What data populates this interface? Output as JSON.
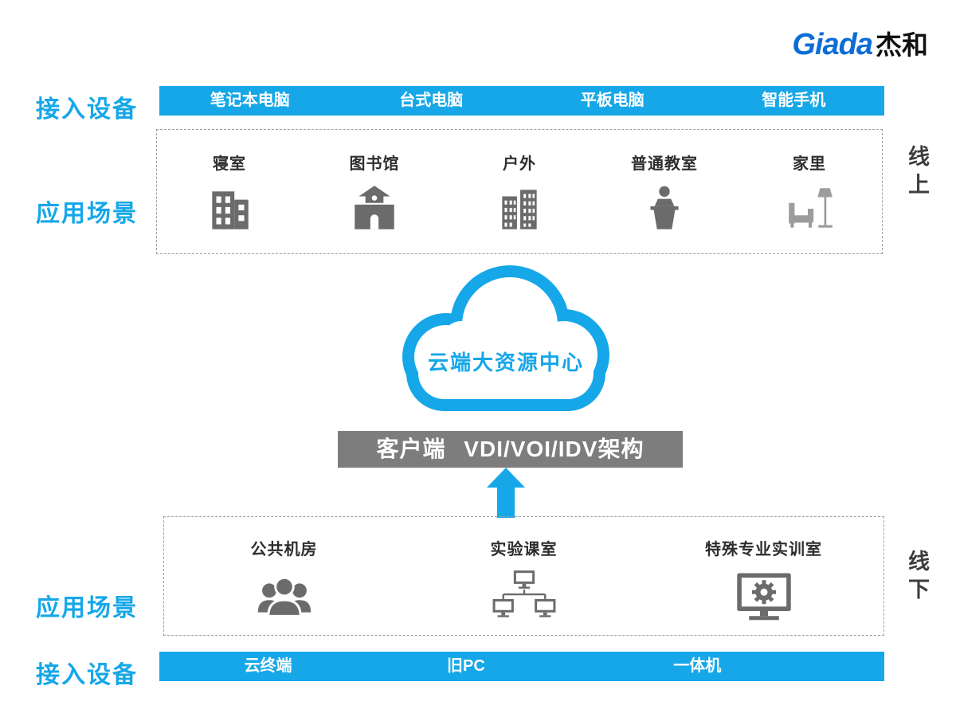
{
  "logo": {
    "brand": "Giada",
    "cjk": "杰和"
  },
  "top": {
    "left_label": "接入设备",
    "devices": [
      "笔记本电脑",
      "台式电脑",
      "平板电脑",
      "智能手机"
    ],
    "scenes_label": "应用场景",
    "side_label": "线上",
    "scenes": [
      {
        "name": "寝室",
        "icon": "dorm-building-icon"
      },
      {
        "name": "图书馆",
        "icon": "library-building-icon"
      },
      {
        "name": "户外",
        "icon": "outdoor-buildings-icon"
      },
      {
        "name": "普通教室",
        "icon": "classroom-podium-icon"
      },
      {
        "name": "家里",
        "icon": "home-furniture-icon"
      }
    ]
  },
  "center": {
    "cloud_label": "云端大资源中心",
    "architecture_label": "客户端 VDI/VOI/IDV架构"
  },
  "bottom": {
    "scenes_label": "应用场景",
    "side_label": "线下",
    "scenes": [
      {
        "name": "公共机房",
        "icon": "people-group-icon"
      },
      {
        "name": "实验课室",
        "icon": "computer-network-icon"
      },
      {
        "name": "特殊专业实训室",
        "icon": "monitor-gear-icon"
      }
    ],
    "devices_label": "接入设备",
    "devices": [
      "云终端",
      "旧PC",
      "一体机"
    ]
  },
  "colors": {
    "accent_blue": "#16a7e8",
    "logo_blue": "#0d6dd6",
    "bar_gray": "#7d7d7d",
    "icon_gray": "#6b6b6b",
    "icon_light_gray": "#9c9c9c"
  }
}
